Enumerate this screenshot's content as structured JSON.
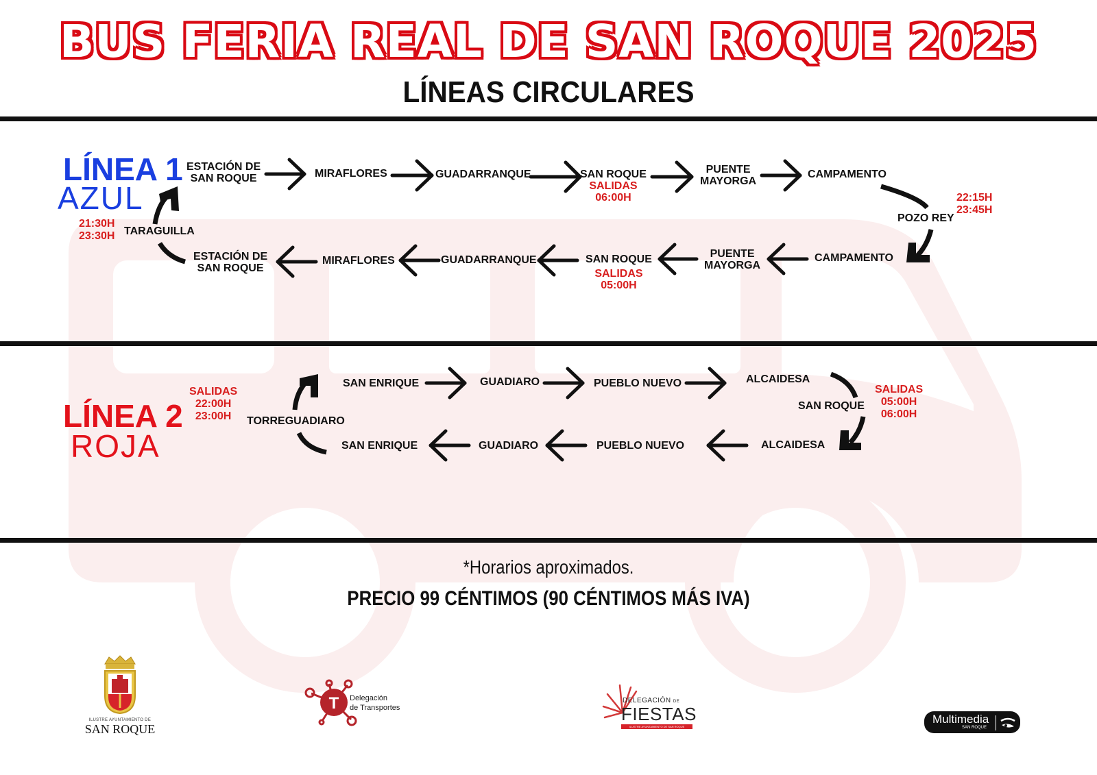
{
  "header": {
    "title": "BUS FERIA REAL DE SAN ROQUE 2025",
    "subtitle": "LÍNEAS CIRCULARES"
  },
  "colors": {
    "title_red": "#d90a14",
    "line1_blue": "#1a3fe0",
    "line2_red": "#e3121b",
    "time_red": "#d81e1e",
    "bus_bg": "#fbeeee",
    "divider": "#111111"
  },
  "line1": {
    "label": "LÍNEA 1",
    "color_name": "AZUL",
    "outbound": [
      {
        "name": "ESTACIÓN DE\nSAN ROQUE",
        "l1": "ESTACIÓN DE",
        "l2": "SAN ROQUE"
      },
      {
        "name": "MIRAFLORES"
      },
      {
        "name": "GUADARRANQUE"
      },
      {
        "name": "SAN ROQUE",
        "salidas_label": "SALIDAS",
        "time": "06:00H"
      },
      {
        "name": "PUENTE MAYORGA",
        "l1": "PUENTE",
        "l2": "MAYORGA"
      },
      {
        "name": "CAMPAMENTO"
      }
    ],
    "turn_right": {
      "name": "POZO REY",
      "times": [
        "22:15H",
        "23:45H"
      ]
    },
    "inbound": [
      {
        "name": "CAMPAMENTO"
      },
      {
        "name": "PUENTE MAYORGA",
        "l1": "PUENTE",
        "l2": "MAYORGA"
      },
      {
        "name": "SAN ROQUE",
        "salidas_label": "SALIDAS",
        "time": "05:00H"
      },
      {
        "name": "GUADARRANQUE"
      },
      {
        "name": "MIRAFLORES"
      },
      {
        "name": "ESTACIÓN DE SAN ROQUE",
        "l1": "ESTACIÓN DE",
        "l2": "SAN ROQUE"
      }
    ],
    "turn_left": {
      "name": "TARAGUILLA",
      "times": [
        "21:30H",
        "23:30H"
      ]
    }
  },
  "line2": {
    "label": "LÍNEA 2",
    "color_name": "ROJA",
    "salidas_label": "SALIDAS",
    "salidas_times": [
      "22:00H",
      "23:00H"
    ],
    "turn_left": {
      "name": "TORREGUADIARO"
    },
    "outbound": [
      {
        "name": "SAN ENRIQUE"
      },
      {
        "name": "GUADIARO"
      },
      {
        "name": "PUEBLO NUEVO"
      },
      {
        "name": "ALCAIDESA"
      }
    ],
    "turn_right": {
      "name": "SAN ROQUE",
      "salidas_label": "SALIDAS",
      "times": [
        "05:00H",
        "06:00H"
      ]
    },
    "inbound": [
      {
        "name": "ALCAIDESA"
      },
      {
        "name": "PUEBLO NUEVO"
      },
      {
        "name": "GUADIARO"
      },
      {
        "name": "SAN ENRIQUE"
      }
    ]
  },
  "footer": {
    "note": "*Horarios aproximados.",
    "price": "PRECIO 99 CÉNTIMOS (90 CÉNTIMOS MÁS IVA)"
  },
  "logos": [
    {
      "id": "ayuntamiento",
      "small": "ILUSTRE AYUNTAMIENTO DE",
      "main": "SAN ROQUE"
    },
    {
      "id": "transportes",
      "line1": "Delegación",
      "line2": "de Transportes",
      "glyph": "T"
    },
    {
      "id": "fiestas",
      "line1": "DELEGACIÓN",
      "de": "DE",
      "main": "FIESTAS",
      "band": "ILUSTRE AYUNTAMIENTO DE SAN ROQUE"
    },
    {
      "id": "multimedia",
      "main": "Multimedia",
      "sub": "SAN ROQUE"
    }
  ]
}
